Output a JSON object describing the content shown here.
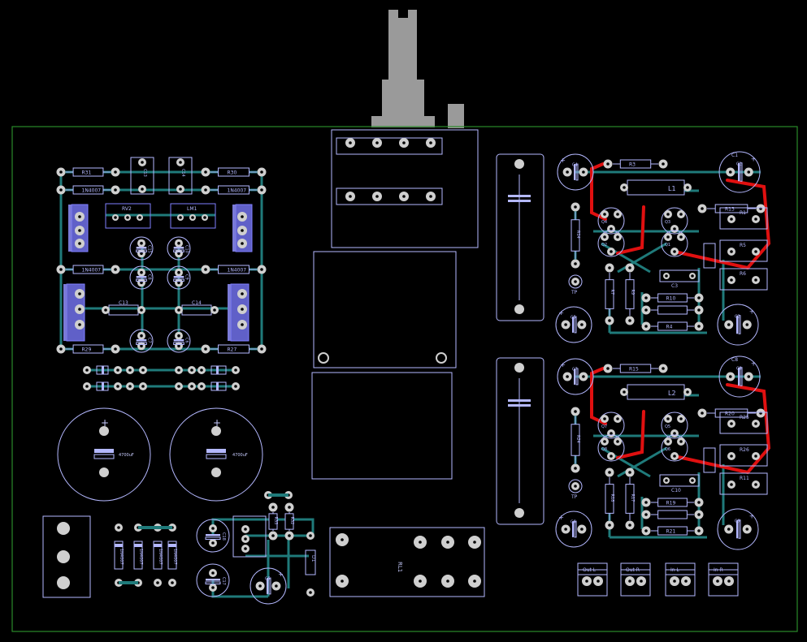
{
  "colors": {
    "background": "#000000",
    "board_outline": "#2a8a2a",
    "silk": "#b4b8ff",
    "trace": "#1f7a7a",
    "jumper": "#e01010",
    "pad": "#cfcfcf",
    "pot": "#9a9a9a",
    "header": "#8080ff"
  },
  "psu": {
    "resistors": [
      {
        "label": "R31"
      },
      {
        "label": "R30"
      },
      {
        "label": "R29"
      },
      {
        "label": "R27"
      }
    ],
    "diodes": [
      {
        "label": "1N4007"
      },
      {
        "label": "1N4007"
      },
      {
        "label": "1N4007"
      },
      {
        "label": "1N4007"
      }
    ],
    "regulators": [
      {
        "label": "RV2"
      },
      {
        "label": "LM1"
      }
    ],
    "caps": [
      {
        "label": "C13"
      },
      {
        "label": "C14"
      },
      {
        "label": "C11"
      },
      {
        "label": "C12"
      },
      {
        "label": "C15"
      },
      {
        "label": "C16"
      }
    ],
    "big_caps": [
      {
        "value": "4700uF"
      },
      {
        "value": "4700uF"
      }
    ],
    "bridge_diodes": [
      {
        "label": "1N4007"
      },
      {
        "label": "1N4007"
      },
      {
        "label": "1N4007"
      },
      {
        "label": "1N4007"
      }
    ]
  },
  "relay": {
    "label": "RL1",
    "diode": "D1",
    "resistors": [
      "R32",
      "R33"
    ],
    "caps": [
      "C17",
      "C18"
    ]
  },
  "channels": [
    {
      "resistors_top": [
        "R3",
        "R13",
        "R14",
        "R1",
        "R5",
        "R6",
        "R7",
        "R9",
        "R10",
        "R4"
      ],
      "inductor": "L1",
      "tp": "TP",
      "caps": [
        "C1",
        "C4",
        "C5",
        "C2",
        "C3"
      ],
      "transistors": [
        "Q4",
        "Q2",
        "Q3",
        "Q1"
      ]
    },
    {
      "resistors_top": [
        "R15",
        "R20",
        "R24",
        "R25",
        "R26",
        "R11",
        "R18",
        "R17",
        "R19",
        "R21"
      ],
      "inductor": "L2",
      "tp": "TP",
      "caps": [
        "C8",
        "C7",
        "C6",
        "C9",
        "C10"
      ],
      "transistors": [
        "Q7",
        "Q8",
        "Q5",
        "Q6"
      ]
    }
  ],
  "connectors": [
    {
      "label": "Out L"
    },
    {
      "label": "Out R"
    },
    {
      "label": "In L"
    },
    {
      "label": "In R"
    }
  ]
}
